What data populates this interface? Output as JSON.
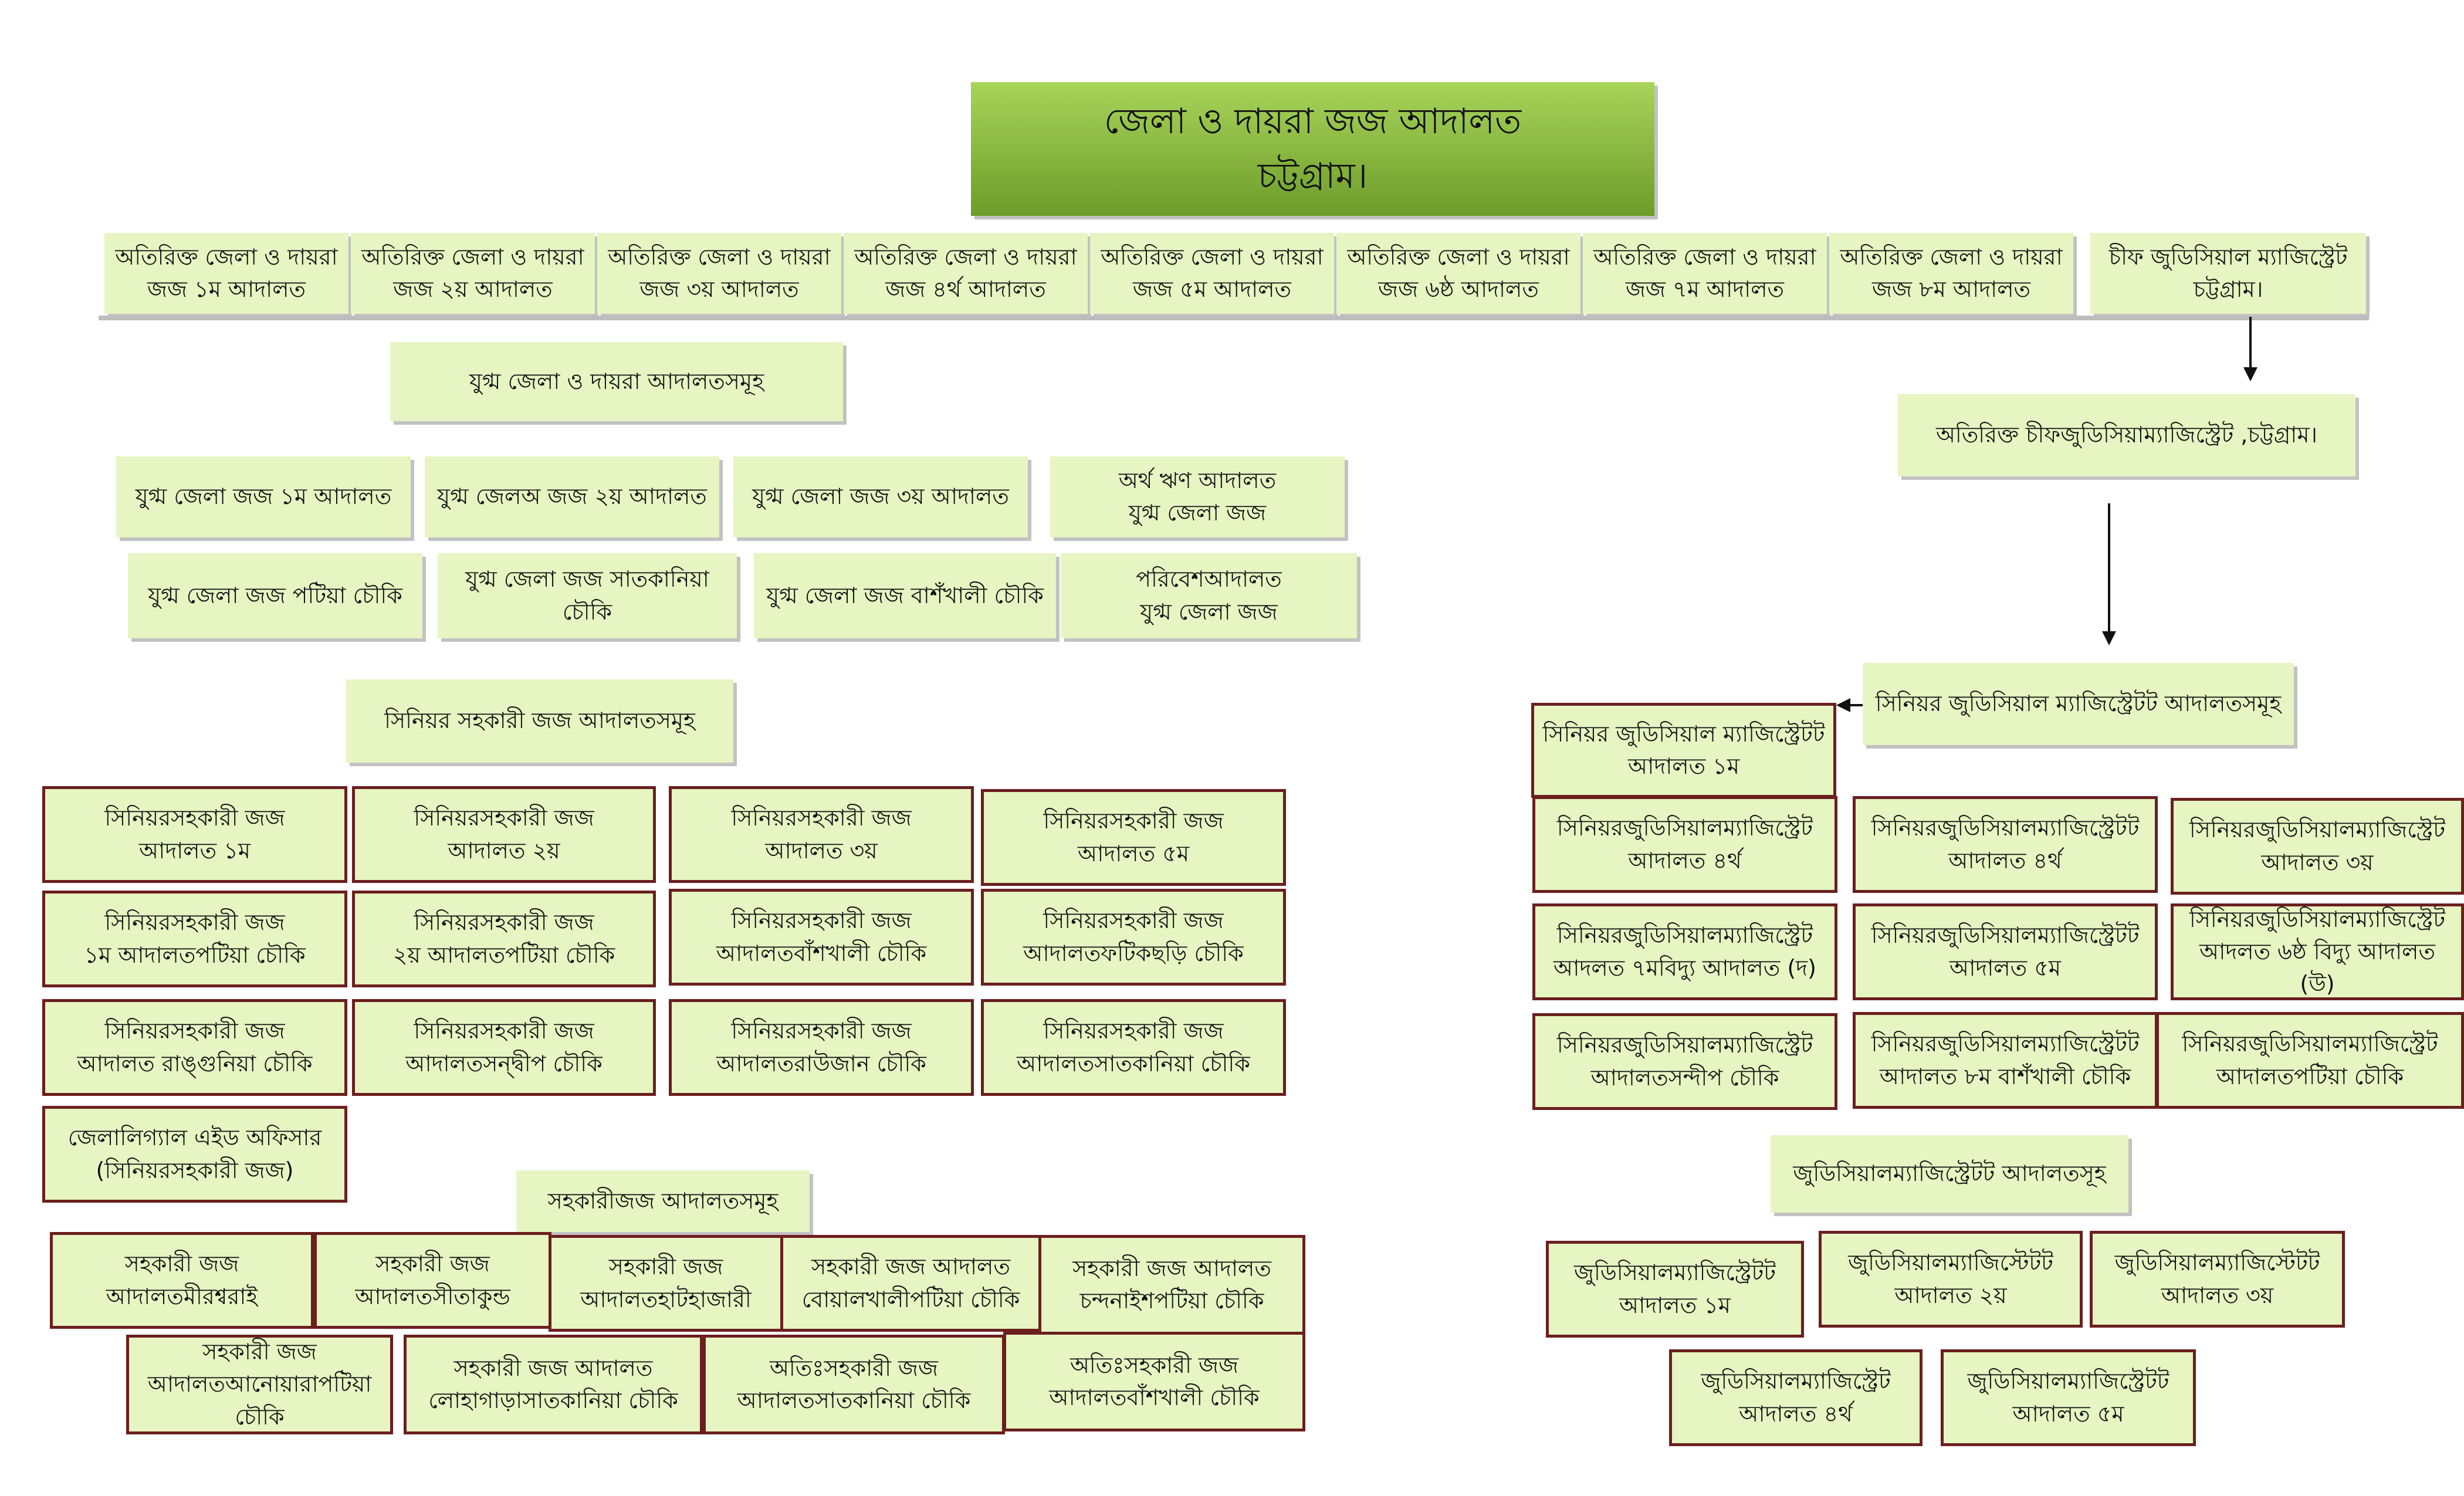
{
  "title": {
    "line1": "জেলা ও দায়রা জজ আদালত",
    "line2": "চট্টগ্রাম।"
  },
  "top_row": [
    "অতিরিক্ত জেলা ও দায়রা\nজজ ১ম আদালত",
    "অতিরিক্ত জেলা ও দায়রা\nজজ ২য় আদালত",
    "অতিরিক্ত জেলা ও দায়রা\nজজ ৩য় আদালত",
    "অতিরিক্ত জেলা ও দায়রা\nজজ ৪র্থ আদালত",
    "অতিরিক্ত জেলা ও দায়রা\nজজ ৫ম আদালত",
    "অতিরিক্ত জেলা ও দায়রা\nজজ ৬ষ্ঠ আদালত",
    "অতিরিক্ত জেলা ও দায়রা\nজজ ৭ম আদালত",
    "অতিরিক্ত জেলা ও দায়রা\nজজ ৮ম আদালত",
    "চীফ জুডিসিয়াল ম্যাজিস্ট্রেট\nচট্টগ্রাম।"
  ],
  "joint": {
    "heading": "যুগ্ম জেলা ও দায়রা আদালতসমূহ",
    "items": [
      "যুগ্ম জেলা জজ ১ম আদালত",
      "যুগ্ম জেলঅ জজ ২য় আদালত",
      "যুগ্ম জেলা জজ ৩য় আদালত",
      "অর্থ ঋণ আদালত\nযুগ্ম জেলা জজ",
      "যুগ্ম জেলা জজ পটিয়া চৌকি",
      "যুগ্ম জেলা জজ সাতকানিয়া\nচৌকি",
      "যুগ্ম জেলা জজ বাশঁখালী চৌকি",
      "পরিবেশআদালত\nযুগ্ম জেলা জজ"
    ]
  },
  "senior_asst": {
    "heading": "সিনিয়র সহকারী জজ আদালতসমূহ",
    "items": [
      "সিনিয়রসহকারী জজ\nআদালত ১ম",
      "সিনিয়রসহকারী জজ\nআদালত ২য়",
      "সিনিয়রসহকারী জজ\nআদালত ৩য়",
      "সিনিয়রসহকারী জজ\nআদালত ৫ম",
      "সিনিয়রসহকারী জজ\n১ম আদালতপটিয়া চৌকি",
      "সিনিয়রসহকারী জজ\n২য় আদালতপটিয়া চৌকি",
      "সিনিয়রসহকারী জজ\nআদালতবাঁশখালী চৌকি",
      "সিনিয়রসহকারী জজ\nআদালতফটিকছড়ি চৌকি",
      "সিনিয়রসহকারী জজ\nআদালত রাঙ্গুনিয়া চৌকি",
      "সিনিয়রসহকারী জজ\nআদালতসন্দ্বীপ চৌকি",
      "সিনিয়রসহকারী জজ\nআদালতরাউজান চৌকি",
      "সিনিয়রসহকারী জজ\nআদালতসাতকানিয়া চৌকি",
      "জেলালিগ্যাল এইড অফিসার\n(সিনিয়রসহকারী জজ)"
    ]
  },
  "asst": {
    "heading": "সহকারীজজ আদালতসমূহ",
    "items": [
      "সহকারী জজ\nআদালতমীরশ্বরাই",
      "সহকারী জজ\nআদালতসীতাকুন্ড",
      "সহকারী জজ\nআদালতহাটহাজারী",
      "সহকারী জজ আদালত\nবোয়ালখালীপটিয়া চৌকি",
      "সহকারী জজ আদালত\nচন্দনাইশপটিয়া চৌকি",
      "সহকারী জজ\nআদালতআনোয়ারাপটিয়া\nচৌকি",
      "সহকারী জজ আদালত\nলোহাগাড়াসাতকানিয়া চৌকি",
      "অতিঃসহকারী জজ\nআদালতসাতকানিয়া চৌকি",
      "অতিঃসহকারী জজ\nআদালতবাঁশখালী চৌকি"
    ]
  },
  "acjm": "অতিরিক্ত চীফজুডিসিয়াম্যাজিস্ট্রেট ,চট্টগ্রাম।",
  "senior_judicial": {
    "heading": "সিনিয়র জুডিসিয়াল ম্যাজিস্ট্রেটট আদালতসমূহ",
    "items": [
      "সিনিয়র জুডিসিয়াল ম্যাজিস্ট্রেটট\nআদালত ১ম",
      "সিনিয়রজুডিসিয়ালম্যাজিস্ট্রেট\nআদালত ৪র্থ",
      "সিনিয়রজুডিসিয়ালম্যাজিস্ট্রেটট\nআদালত ৪র্থ",
      "সিনিয়রজুডিসিয়ালম্যাজিস্ট্রেট\nআদালত ৩য়",
      "সিনিয়রজুডিসিয়ালম্যাজিস্ট্রেট\nআদলত ৭মবিদ্যু আদালত (দ)",
      "সিনিয়রজুডিসিয়ালম্যাজিস্ট্রেটট\nআদালত ৫ম",
      "সিনিয়রজুডিসিয়ালম্যাজিস্ট্রেট\nআদলত ৬ষ্ঠ বিদ্যু আদালত (উ)",
      "সিনিয়রজুডিসিয়ালম্যাজিস্ট্রেট\nআদালতসন্দীপ চৌকি",
      "সিনিয়রজুডিসিয়ালম্যাজিস্ট্রেটট\nআদালত ৮ম বাশঁখালী চৌকি",
      "সিনিয়রজুডিসিয়ালম্যাজিস্ট্রেট\nআদালতপটিয়া চৌকি"
    ]
  },
  "judicial": {
    "heading": "জুডিসিয়ালম্যাজিস্ট্রেটট আদালতসূহ",
    "items": [
      "জুডিসিয়ালম্যাজিস্ট্রেটট\nআদালত ১ম",
      "জুডিসিয়ালম্যাজিস্টেটট\nআদালত ২য়",
      "জুডিসিয়ালম্যাজিস্টেটট\nআদালত ৩য়",
      "জুডিসিয়ালম্যাজিস্ট্রেট\nআদালত ৪র্থ",
      "জুডিসিয়ালম্যাজিস্ট্রেটট\nআদালত ৫ম"
    ]
  }
}
